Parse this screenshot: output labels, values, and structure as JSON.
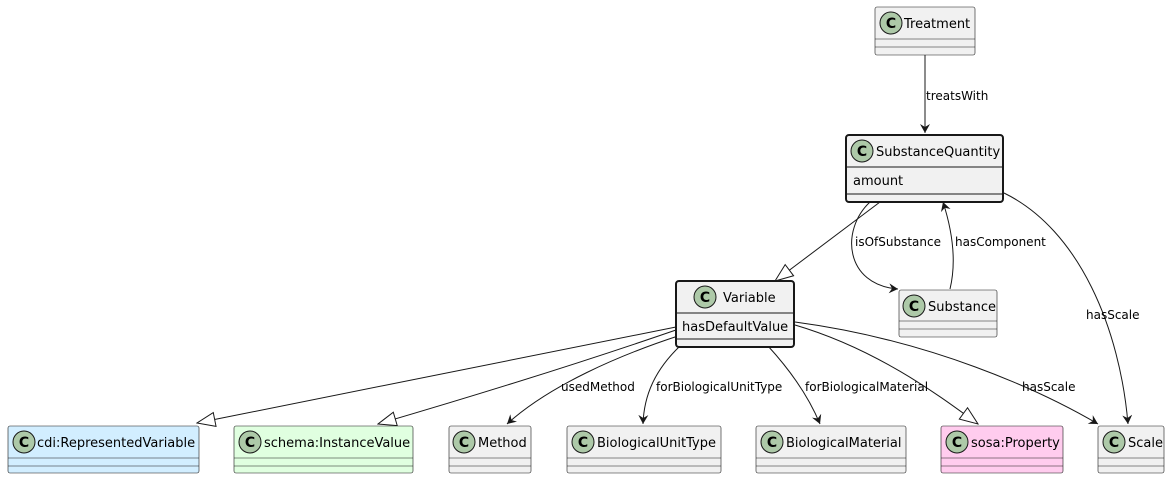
{
  "classes": {
    "treatment": {
      "name": "Treatment",
      "stereotype": "C",
      "fill": "#f1f1f1"
    },
    "substance_quantity": {
      "name": "SubstanceQuantity",
      "stereotype": "C",
      "fill": "#f1f1f1",
      "attributes": [
        "amount"
      ]
    },
    "substance": {
      "name": "Substance",
      "stereotype": "C",
      "fill": "#f1f1f1"
    },
    "variable": {
      "name": "Variable",
      "stereotype": "C",
      "fill": "#f1f1f1",
      "attributes": [
        "hasDefaultValue"
      ]
    },
    "represented_variable": {
      "name": "cdi:RepresentedVariable",
      "stereotype": "C",
      "fill": "#d2eeff"
    },
    "instance_value": {
      "name": "schema:InstanceValue",
      "stereotype": "C",
      "fill": "#e0ffe0"
    },
    "method": {
      "name": "Method",
      "stereotype": "C",
      "fill": "#f1f1f1"
    },
    "biological_unit_type": {
      "name": "BiologicalUnitType",
      "stereotype": "C",
      "fill": "#f1f1f1"
    },
    "biological_material": {
      "name": "BiologicalMaterial",
      "stereotype": "C",
      "fill": "#f1f1f1"
    },
    "sosa_property": {
      "name": "sosa:Property",
      "stereotype": "C",
      "fill": "#ffccee"
    },
    "scale": {
      "name": "Scale",
      "stereotype": "C",
      "fill": "#f1f1f1"
    }
  },
  "relations": {
    "treats_with": "treatsWith",
    "is_of_substance": "isOfSubstance",
    "has_component": "hasComponent",
    "sq_has_scale": "hasScale",
    "used_method": "usedMethod",
    "for_biological_unit_type": "forBiologicalUnitType",
    "for_biological_material": "forBiologicalMaterial",
    "var_has_scale": "hasScale"
  },
  "colors": {
    "circle_fill": "#adc9a8",
    "border": "#181818",
    "line": "#181818"
  }
}
